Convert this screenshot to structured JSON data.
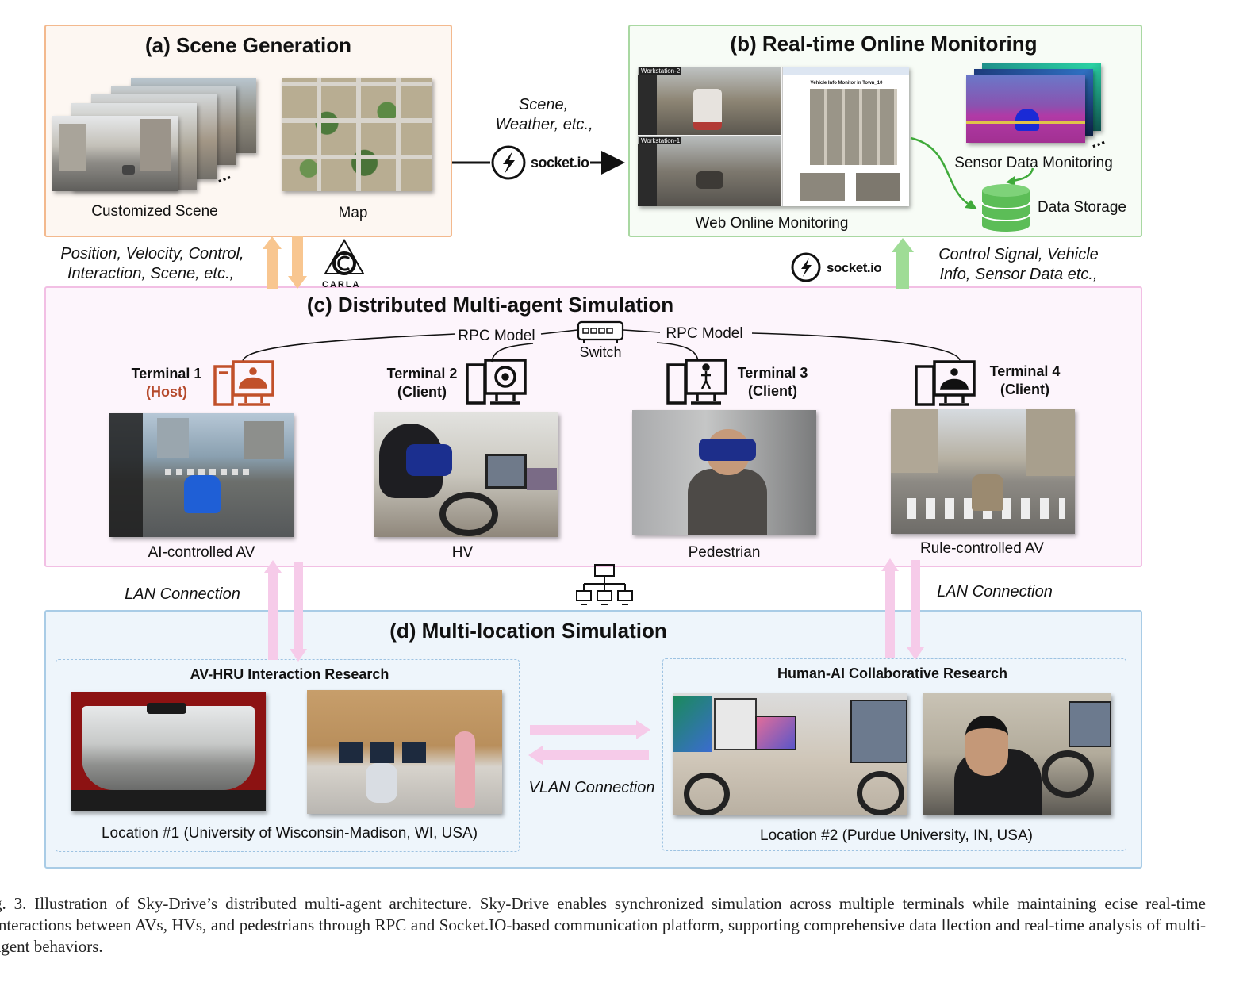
{
  "panels": {
    "a_title": "(a) Scene Generation",
    "b_title": "(b) Real-time Online Monitoring",
    "c_title": "(c) Distributed Multi-agent Simulation",
    "d_title": "(d) Multi-location Simulation"
  },
  "scene": {
    "customized_scene": "Customized Scene",
    "map": "Map",
    "ellipsis": "..."
  },
  "monitoring": {
    "web": "Web Online Monitoring",
    "sensor": "Sensor Data Monitoring",
    "storage": "Data Storage",
    "ws2": "Workstation-2",
    "ws1": "Workstation-1",
    "vehicle_info": "Vehicle Info Monitor in Town_10",
    "ellipsis": "..."
  },
  "links": {
    "scene_weather_1": "Scene,",
    "scene_weather_2": "Weather, etc.,",
    "socketio": "socket.io",
    "pos_1": "Position, Velocity, Control,",
    "pos_2": "Interaction, Scene, etc.,",
    "carla": "CARLA",
    "ctrl_1": "Control Signal, Vehicle",
    "ctrl_2": "Info, Sensor Data etc.,"
  },
  "sim": {
    "rpc_left": "RPC Model",
    "rpc_right": "RPC Model",
    "switch": "Switch",
    "t1_name": "Terminal 1",
    "t1_role": "(Host)",
    "t2_name": "Terminal 2",
    "t2_role": "(Client)",
    "t3_name": "Terminal 3",
    "t3_role": "(Client)",
    "t4_name": "Terminal 4",
    "t4_role": "(Client)",
    "ai_av": "AI-controlled AV",
    "hv": "HV",
    "pedestrian": "Pedestrian",
    "rule_av": "Rule-controlled AV"
  },
  "network": {
    "lan_left": "LAN Connection",
    "lan_right": "LAN Connection",
    "vlan": "VLAN Connection"
  },
  "locations": {
    "left_title": "AV-HRU Interaction Research",
    "left_caption": "Location #1 (University of Wisconsin-Madison, WI, USA)",
    "right_title": "Human-AI Collaborative Research",
    "right_caption": "Location #2 (Purdue University, IN, USA)"
  },
  "caption": "g. 3.  Illustration of Sky-Drive’s distributed multi-agent architecture. Sky-Drive enables synchronized simulation across multiple terminals while maintaining ecise real-time interactions between AVs, HVs, and pedestrians through RPC and Socket.IO-based communication platform, supporting comprehensive data llection and real-time analysis of multi-agent behaviors.",
  "colors": {
    "scene_border": "#f3b98e",
    "monitor_border": "#a9d8a2",
    "sim_border": "#f2bfe4",
    "sim_fill": "#fdf5fc",
    "multi_border": "#a9cce6",
    "multi_fill": "#eef5fb",
    "arrow_orange": "#f8c690",
    "arrow_green": "#9fdc96",
    "arrow_pink": "#f6cbe9",
    "host_red": "#b5492b"
  }
}
